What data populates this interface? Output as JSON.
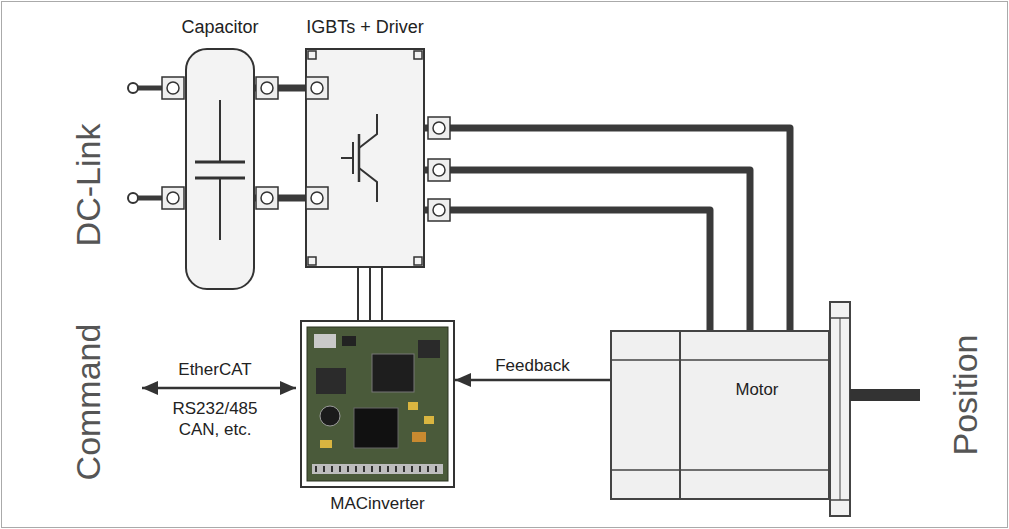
{
  "diagram": {
    "nodes": [
      {
        "text": [
          "Capacitor"
        ]
      },
      {
        "text": [
          "IGBTs + Driver"
        ]
      },
      {
        "text": [
          "MACinverter"
        ]
      },
      {
        "text": [
          "Motor"
        ]
      }
    ],
    "edges": [
      {
        "from": 0,
        "to": 1,
        "arrow": "none"
      },
      {
        "from": 0,
        "to": 1,
        "arrow": "none"
      },
      {
        "from": 1,
        "to": 3,
        "arrow": "none"
      },
      {
        "from": 1,
        "to": 3,
        "arrow": "none"
      },
      {
        "from": 1,
        "to": 3,
        "arrow": "none"
      },
      {
        "from": 1,
        "to": 2,
        "arrow": "none"
      },
      {
        "from": 1,
        "to": 2,
        "arrow": "none"
      },
      {
        "from": 1,
        "to": 2,
        "arrow": "none"
      },
      {
        "from": 3,
        "to": 2,
        "label": "Feedback",
        "arrow": "to"
      }
    ],
    "labels": [
      "DC-Link",
      "Command",
      "Position",
      "EtherCAT",
      "RS232/485 CAN, etc."
    ]
  }
}
